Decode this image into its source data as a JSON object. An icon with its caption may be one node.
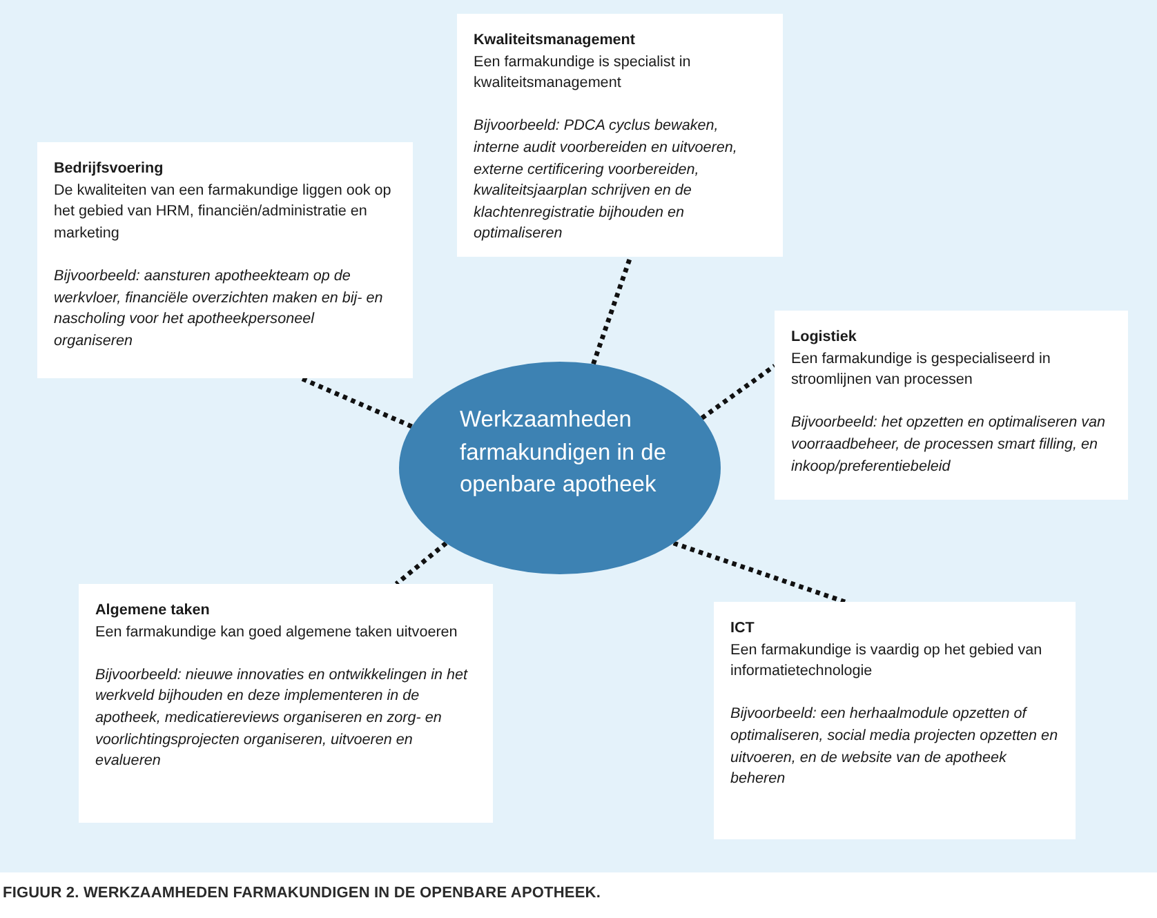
{
  "diagram": {
    "caption": "FIGUUR 2. WERKZAAMHEDEN FARMAKUNDIGEN IN DE OPENBARE APOTHEEK.",
    "nodes": [
      {
        "text": [
          "Kwaliteitsmanagement",
          "Een farmakundige is specialist in kwaliteitsmanagement",
          "Bijvoorbeeld: PDCA cyclus bewaken, interne audit voorbereiden en uitvoeren, externe certificering voorbereiden, kwaliteitsjaarplan schrijven en de klachtenregistratie bijhouden en optimaliseren"
        ]
      },
      {
        "text": [
          "Bedrijfsvoering",
          "De kwaliteiten van een farmakundige liggen ook op het gebied van HRM, financiën/administratie en marketing",
          "Bijvoorbeeld: aansturen apotheekteam op de werkvloer, financiële overzichten maken en bij- en nascholing voor het apotheekpersoneel organiseren"
        ]
      },
      {
        "text": [
          "Logistiek",
          "Een farmakundige is gespecialiseerd in stroomlijnen van processen",
          "Bijvoorbeeld: het opzetten en optimaliseren van voorraadbeheer, de processen smart filling, en inkoop/preferentiebeleid"
        ]
      },
      {
        "text": [
          "Werkzaamheden farmakundigen in de openbare apotheek"
        ]
      },
      {
        "text": [
          "Algemene taken",
          "Een farmakundige kan goed algemene taken uitvoeren",
          "Bijvoorbeeld: nieuwe innovaties en ontwikkelingen in het werkveld bijhouden en deze implementeren in de apotheek, medicatiereviews organiseren en zorg- en voorlichtingsprojecten organiseren, uitvoeren en evalueren"
        ]
      },
      {
        "text": [
          "ICT",
          "Een farmakundige is vaardig op het gebied van informatietechnologie",
          "Bijvoorbeeld: een herhaalmodule opzetten of optimaliseren, social media projecten opzetten en uitvoeren, en de website van de apotheek beheren"
        ]
      }
    ],
    "edges": [
      {
        "from": 3,
        "to": 0,
        "arrow": "none",
        "style": "dashed"
      },
      {
        "from": 3,
        "to": 1,
        "arrow": "none",
        "style": "dashed"
      },
      {
        "from": 3,
        "to": 2,
        "arrow": "none",
        "style": "dashed"
      },
      {
        "from": 3,
        "to": 4,
        "arrow": "none",
        "style": "dashed"
      },
      {
        "from": 3,
        "to": 5,
        "arrow": "none",
        "style": "dashed"
      }
    ]
  }
}
